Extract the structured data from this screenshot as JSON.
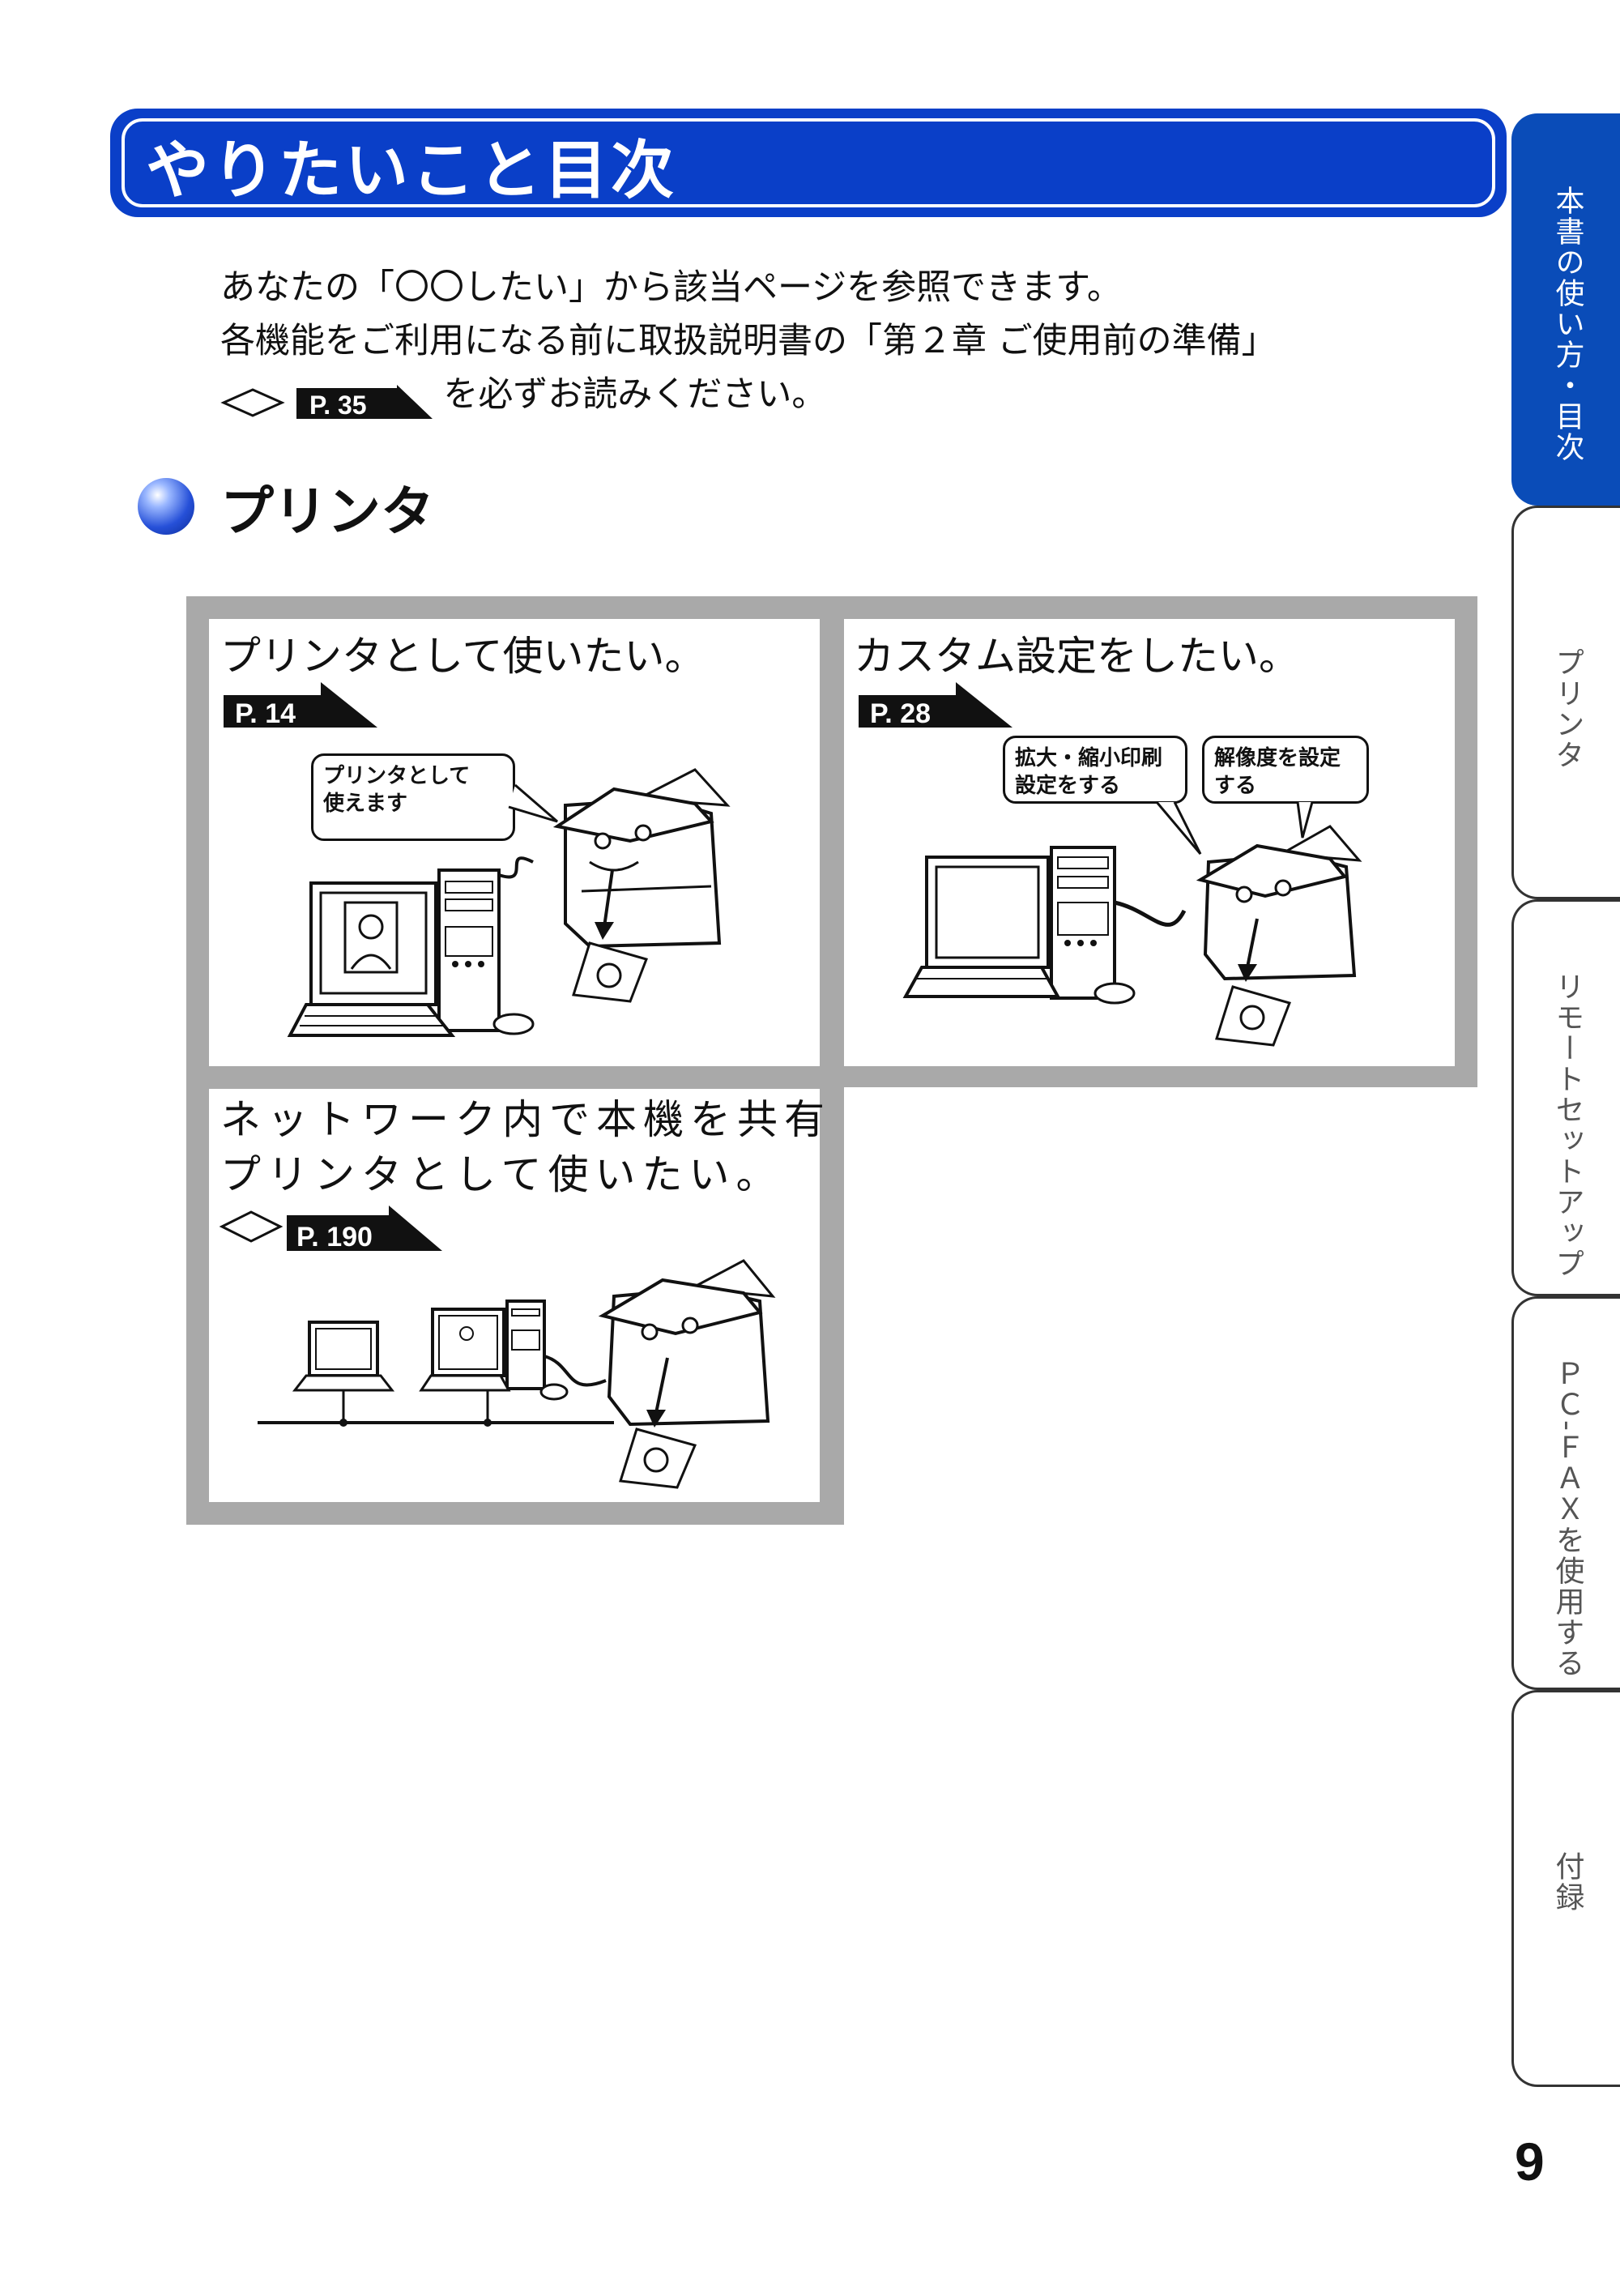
{
  "header": {
    "title": "やりたいこと目次"
  },
  "intro": {
    "line1": "あなたの「〇〇したい」から該当ページを参照できます。",
    "line2": "各機能をご利用になる前に取扱説明書の「第２章 ご使用前の準備」",
    "ref_page": "P. 35",
    "line3_suffix": "を必ずお読みください。"
  },
  "section": {
    "title": "プリンタ"
  },
  "panels": [
    {
      "title": "プリンタとして使いたい。",
      "page": "P. 14",
      "bubble": [
        "プリンタとして",
        "使えます"
      ]
    },
    {
      "title": "カスタム設定をしたい。",
      "page": "P. 28",
      "bubbles": [
        [
          "拡大・縮小印刷",
          "設定をする"
        ],
        [
          "解像度を設定",
          "する"
        ]
      ]
    },
    {
      "title_lines": [
        "ネットワーク内で本機を共有",
        "プリンタとして使いたい。"
      ],
      "page": "P. 190"
    }
  ],
  "side_tabs": [
    {
      "label": "本書の使い方・目次",
      "active": true
    },
    {
      "label": "プリンタ",
      "active": false
    },
    {
      "label": "リモートセットアップ",
      "active": false
    },
    {
      "label": "ＰＣ-ＦＡＸを使用する",
      "active": false
    },
    {
      "label": "付録",
      "active": false
    }
  ],
  "page_number": "9",
  "colors": {
    "accent_blue": "#0a3fc8",
    "tab_blue": "#0a4cb8",
    "panel_border_gray": "#a9a9a9"
  },
  "icons": [
    "reference-diamond-icon",
    "section-ball-icon",
    "printer-icon",
    "computer-icon",
    "laptop-icon"
  ]
}
